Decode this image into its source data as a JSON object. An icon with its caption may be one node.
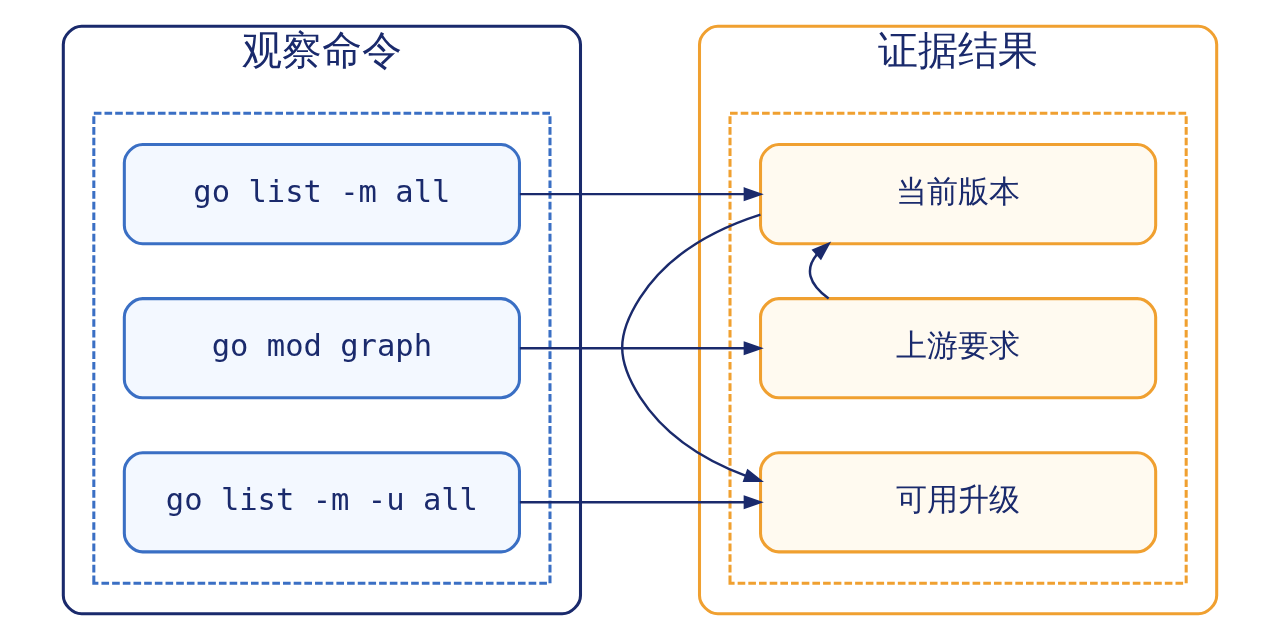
{
  "diagram": {
    "nodes": [
      {
        "text": [
          "观察命令"
        ]
      },
      {
        "text": [],
        "shape": "box",
        "in": 0
      },
      {
        "text": [
          "go list -m all"
        ],
        "in": 1
      },
      {
        "text": [
          "go mod graph"
        ],
        "in": 1
      },
      {
        "text": [
          "go list -m -u all"
        ],
        "in": 1
      },
      {
        "text": [
          "证据结果"
        ]
      },
      {
        "text": [],
        "shape": "box",
        "in": 5
      },
      {
        "text": [
          "当前版本"
        ],
        "in": 6
      },
      {
        "text": [
          "上游要求"
        ],
        "in": 6
      },
      {
        "text": [
          "可用升级"
        ],
        "in": 6
      }
    ],
    "edges": [
      {
        "from": 2,
        "to": 7,
        "arrow": "to"
      },
      {
        "from": 3,
        "to": 8,
        "arrow": "to"
      },
      {
        "from": 4,
        "to": 9,
        "arrow": "to"
      },
      {
        "from": 8,
        "to": 7,
        "arrow": "to"
      },
      {
        "from": 7,
        "to": 9,
        "arrow": "to"
      }
    ]
  }
}
